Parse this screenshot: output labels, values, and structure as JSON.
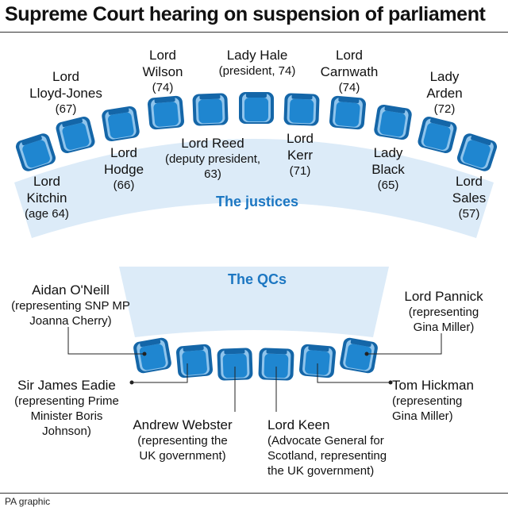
{
  "title": "Supreme Court hearing on suspension of parliament",
  "credit": "PA graphic",
  "sections": {
    "justices": "The justices",
    "qcs": "The QCs"
  },
  "colors": {
    "seat": "#1f86d0",
    "seat_dark": "#1466a8",
    "seat_light": "#8fc4ec",
    "bench": "#dcebf8",
    "accent": "#1d77c2"
  },
  "justices": [
    {
      "name": "Lord\nKitchin",
      "detail": "(age 64)"
    },
    {
      "name": "Lord\nLloyd-Jones",
      "detail": "(67)"
    },
    {
      "name": "Lord\nHodge",
      "detail": "(66)"
    },
    {
      "name": "Lord\nWilson",
      "detail": "(74)"
    },
    {
      "name": "Lord Reed",
      "detail": "(deputy president,\n63)"
    },
    {
      "name": "Lady Hale",
      "detail": "(president, 74)"
    },
    {
      "name": "Lord\nKerr",
      "detail": "(71)"
    },
    {
      "name": "Lord\nCarnwath",
      "detail": "(74)"
    },
    {
      "name": "Lady\nBlack",
      "detail": "(65)"
    },
    {
      "name": "Lady\nArden",
      "detail": "(72)"
    },
    {
      "name": "Lord\nSales",
      "detail": "(57)"
    }
  ],
  "qcs": [
    {
      "name": "Aidan O'Neill",
      "detail": "(representing SNP MP\nJoanna Cherry)"
    },
    {
      "name": "Sir James Eadie",
      "detail": "(representing Prime\nMinister Boris\nJohnson)"
    },
    {
      "name": "Andrew Webster",
      "detail": "(representing the\nUK government)"
    },
    {
      "name": "Lord Keen",
      "detail": "(Advocate General for\nScotland, representing\nthe UK government)"
    },
    {
      "name": "Tom Hickman",
      "detail": "(representing\nGina Miller)"
    },
    {
      "name": "Lord Pannick",
      "detail": "(representing\nGina Miller)"
    }
  ]
}
